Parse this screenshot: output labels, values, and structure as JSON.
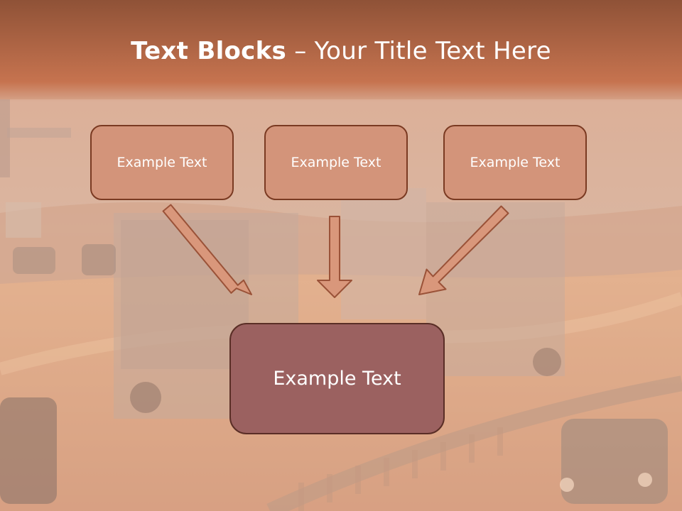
{
  "slide": {
    "title_bold": "Text Blocks",
    "title_dash": " – ",
    "title_rest": "Your Title Text Here"
  },
  "blocks": {
    "top": [
      "Example Text",
      "Example Text",
      "Example Text"
    ],
    "bottom": "Example Text"
  },
  "colors": {
    "header_band": "#bd6f4e",
    "box_fill": "#d3947a",
    "box_border": "#7a3a22",
    "bottom_box_fill": "#9b6160",
    "arrow_fill": "#d9977b",
    "arrow_stroke": "#9a5238"
  }
}
